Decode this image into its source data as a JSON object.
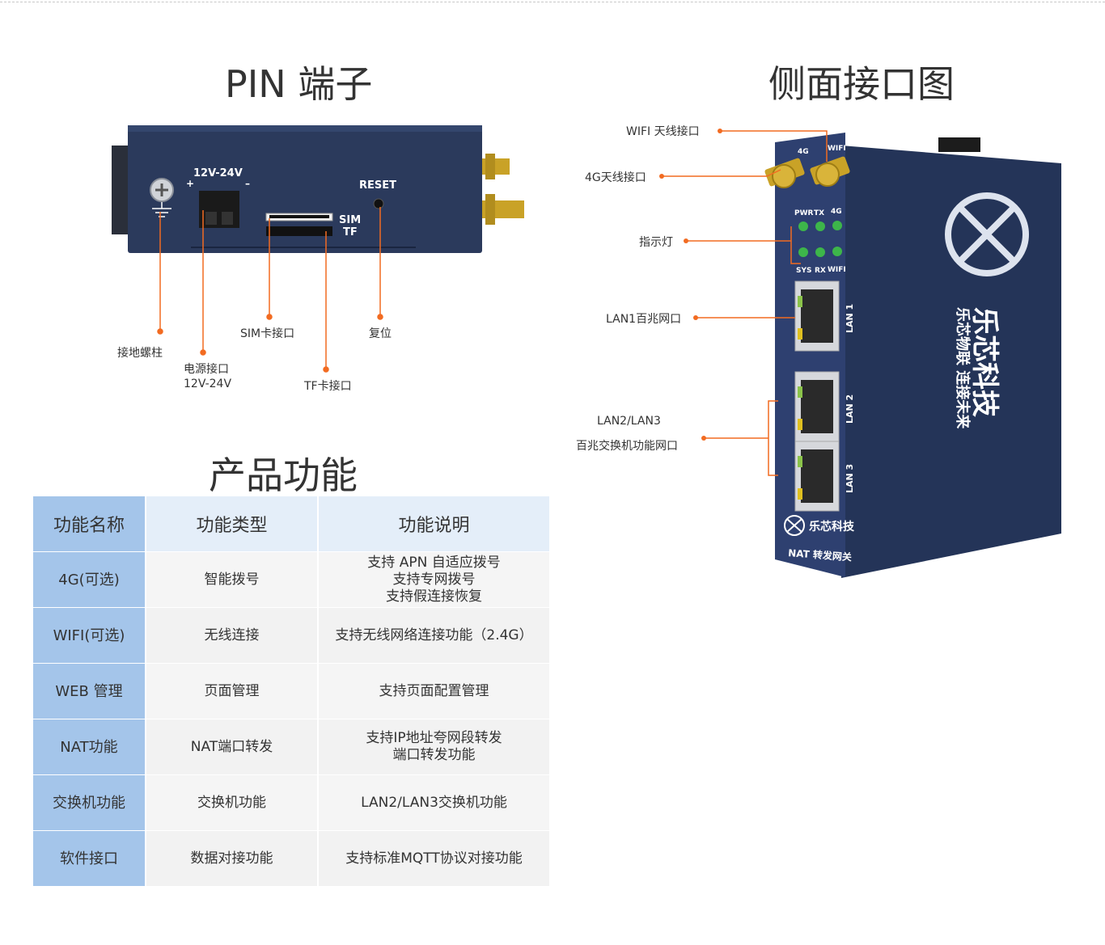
{
  "pin_section": {
    "title": "PIN 端子",
    "device_labels": {
      "voltage": "12V-24V",
      "plus": "+",
      "minus": "–",
      "reset": "RESET",
      "sim": "SIM",
      "tf": "TF"
    },
    "callouts": {
      "ground": "接地螺柱",
      "power_line1": "电源接口",
      "power_line2": "12V-24V",
      "sim_slot": "SIM卡接口",
      "tf_slot": "TF卡接口",
      "reset": "复位"
    }
  },
  "side_section": {
    "title": "侧面接口图",
    "callouts": {
      "wifi_antenna": "WIFI 天线接口",
      "lte_antenna": "4G天线接口",
      "indicator": "指示灯",
      "lan1": "LAN1百兆网口",
      "lan23_line1": "LAN2/LAN3",
      "lan23_line2": "百兆交换机功能网口"
    },
    "device_labels": {
      "ant_4g": "4G",
      "ant_wifi": "WIFI",
      "led_pwr": "PWR",
      "led_tx": "TX",
      "led_4g": "4G",
      "led_sys": "SYS",
      "led_rx": "RX",
      "led_wifi": "WIFI",
      "lan1": "LAN 1",
      "lan2": "LAN 2",
      "lan3": "LAN 3",
      "brand_cn": "乐芯科技",
      "slogan_cn": "乐芯物联 连接未来",
      "logo_text": "乐芯科技",
      "model": "NAT 转发网关"
    }
  },
  "function_section": {
    "title": "产品功能",
    "headers": [
      "功能名称",
      "功能类型",
      "功能说明"
    ],
    "rows": [
      {
        "name": "4G(可选)",
        "type": "智能拨号",
        "desc": [
          "支持 APN 自适应拨号",
          "支持专网拨号",
          "支持假连接恢复"
        ]
      },
      {
        "name": "WIFI(可选)",
        "type": "无线连接",
        "desc": [
          "支持无线网络连接功能（2.4G）"
        ]
      },
      {
        "name": "WEB 管理",
        "type": "页面管理",
        "desc": [
          "支持页面配置管理"
        ]
      },
      {
        "name": "NAT功能",
        "type": "NAT端口转发",
        "desc": [
          "支持IP地址夸网段转发",
          "端口转发功能"
        ]
      },
      {
        "name": "交换机功能",
        "type": "交换机功能",
        "desc": [
          "LAN2/LAN3交换机功能"
        ]
      },
      {
        "name": "软件接口",
        "type": "数据对接功能",
        "desc": [
          "支持标准MQTT协议对接功能"
        ]
      }
    ]
  },
  "colors": {
    "device_body": "#2b3a5c",
    "device_dark": "#1f2b47",
    "callout_line": "#f26b21",
    "header_accent": "#a4c5ea",
    "header_light": "#e4eef9",
    "led_green": "#3db54a",
    "antenna_gold": "#c9a227"
  }
}
